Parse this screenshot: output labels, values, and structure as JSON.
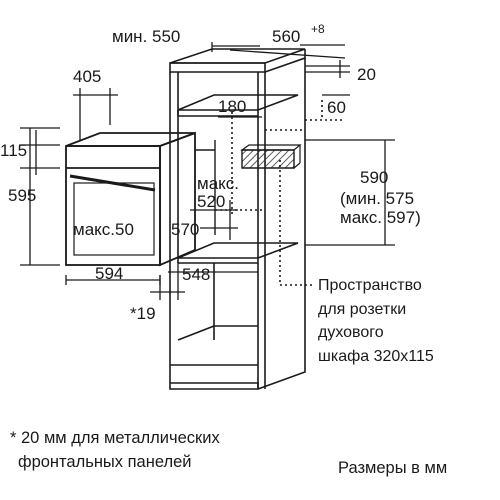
{
  "labels": {
    "min_550": "мин. 550",
    "d560": "560",
    "d560_sup": "+8",
    "d20": "20",
    "d405": "405",
    "d180": "180",
    "d60": "60",
    "d115": "115",
    "maks": "макс.",
    "d520": "520",
    "d595": "595",
    "d590": "590",
    "min575": "(мин. 575",
    "maks597": "макс. 597)",
    "maks50": "макс.50",
    "d570": "570",
    "d594": "594",
    "d548": "548",
    "star19": "*19"
  },
  "socket_note": [
    "Пространство",
    "для розетки",
    "духового",
    "шкафа 320x115"
  ],
  "footnote": [
    "* 20 мм для металлических",
    "фронтальных панелей"
  ],
  "units_note": "Размеры в мм",
  "colors": {
    "line": "#1a1a1a",
    "dotted": "#1a1a1a",
    "hatch": "#333333"
  }
}
